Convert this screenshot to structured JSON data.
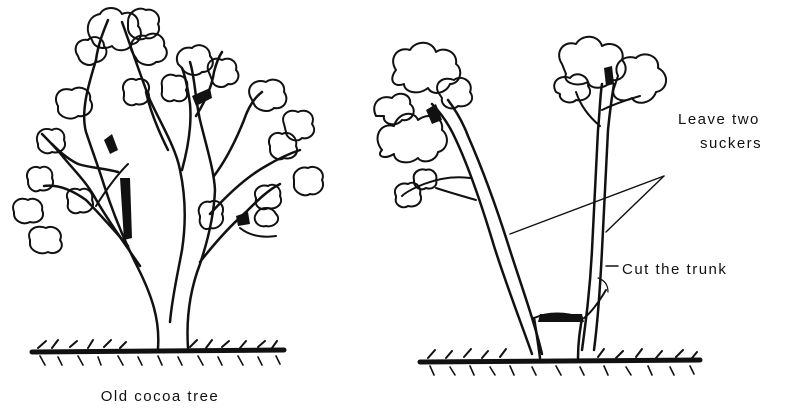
{
  "labels": {
    "old_tree": "Old cocoa tree",
    "leave_line1": "Leave two",
    "leave_line2": "suckers",
    "cut_trunk": "Cut the trunk"
  },
  "colors": {
    "ink": "#111111",
    "paper": "#ffffff"
  }
}
